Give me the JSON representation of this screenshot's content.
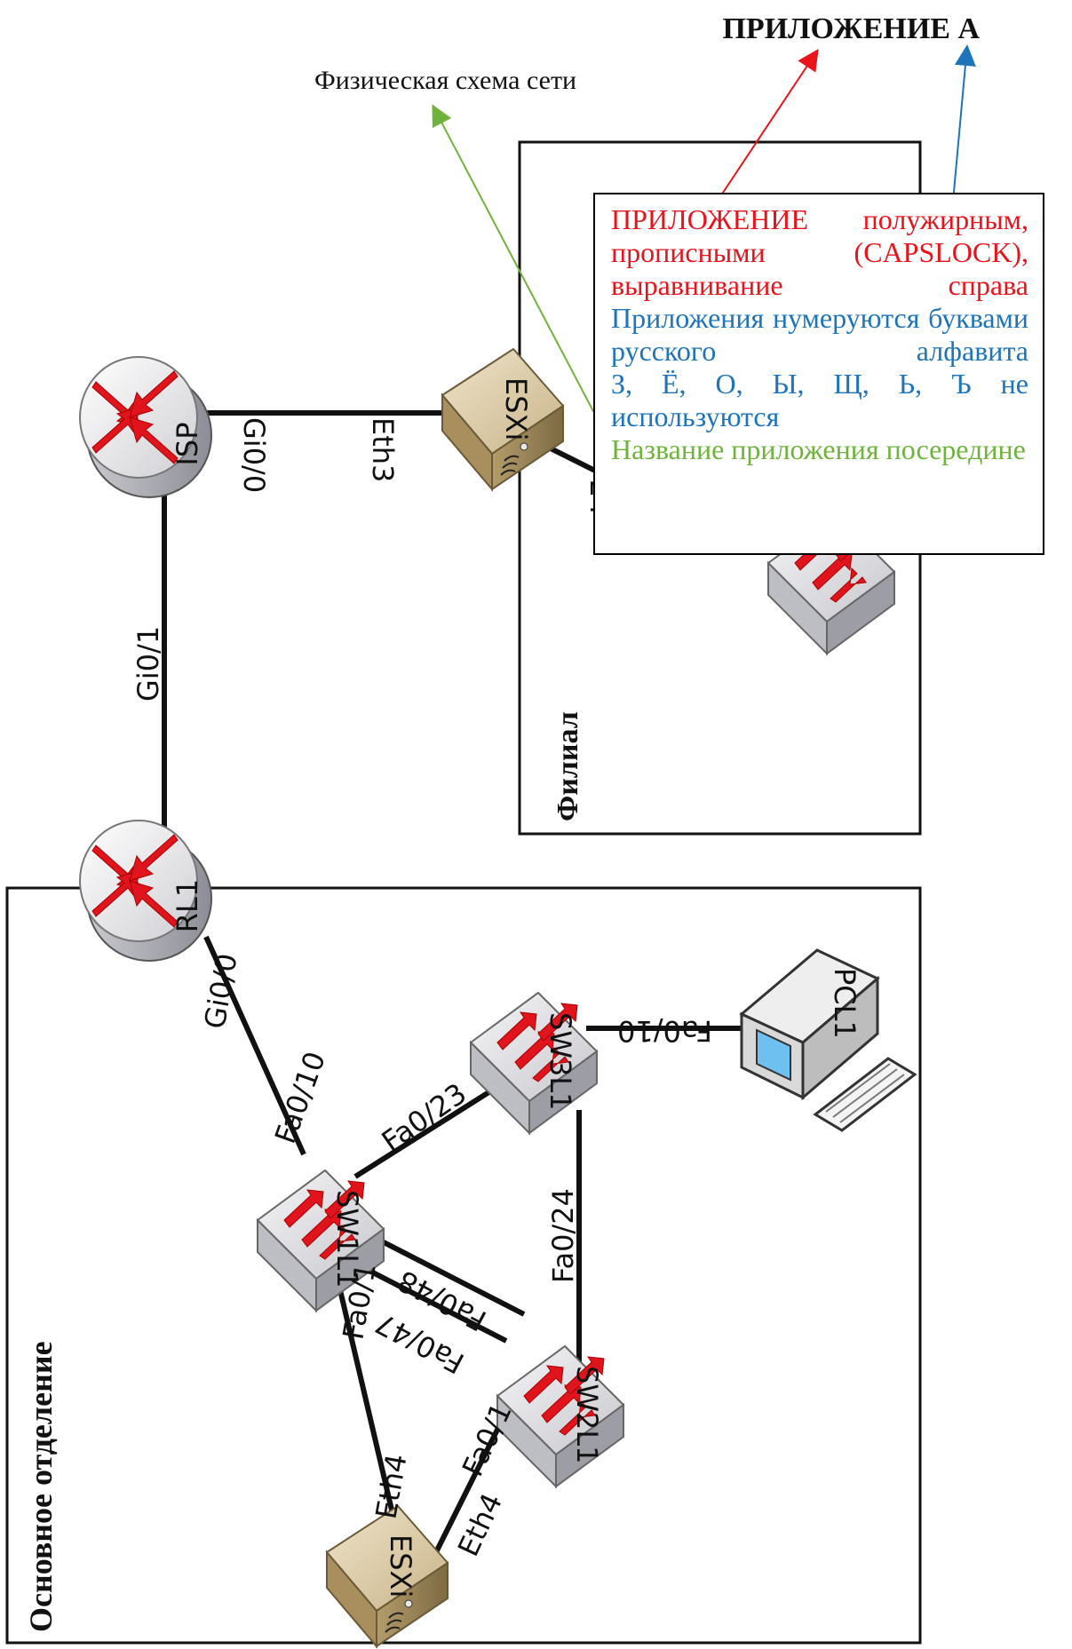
{
  "page_title": "ПРИЛОЖЕНИЕ А",
  "scheme_title": "Физическая схема сети",
  "zones": {
    "branch": "Филиал",
    "main": "Основное отделение"
  },
  "devices": {
    "isp": "ISP",
    "rl1": "RL1",
    "esxi_branch": "ESXi",
    "esxi_main": "ESXi",
    "sw1": "SW1L1",
    "sw2": "SW2L1",
    "sw3": "SW3L1",
    "pc": "PCL1"
  },
  "ports": {
    "isp_gi00": "Gi0/0",
    "esxi_eth3": "Eth3",
    "isp_gi01": "Gi0/1",
    "esxi_branch_port_fragment": "24",
    "rl1_gi00": "Gi0/0",
    "sw1_fa010": "Fa0/10",
    "sw1_fa023": "Fa0/23",
    "sw3_fa010": "Fa0/10",
    "sw3_fa024": "Fa0/24",
    "sw1_fa048": "Fa0/48",
    "sw2_fa047": "Fa0/47",
    "sw1_fa01": "Fa0/1",
    "sw2_fa01": "Fa0/1",
    "esxi_eth4_a": "Eth4",
    "esxi_eth4_b": "Eth4"
  },
  "note": {
    "line1": "ПРИЛОЖЕНИЕ полужирным, прописными (CAPSLOCK), выравнивание справа",
    "line2": "Приложения нумеруются буквами русского алфавита",
    "line3": "З, Ё, О, Ы, Щ, Ь, Ъ не используются",
    "line4": "Название приложения посередине"
  },
  "colors": {
    "red": "#e8131b",
    "blue": "#1d74bb",
    "green": "#6fb33c"
  }
}
